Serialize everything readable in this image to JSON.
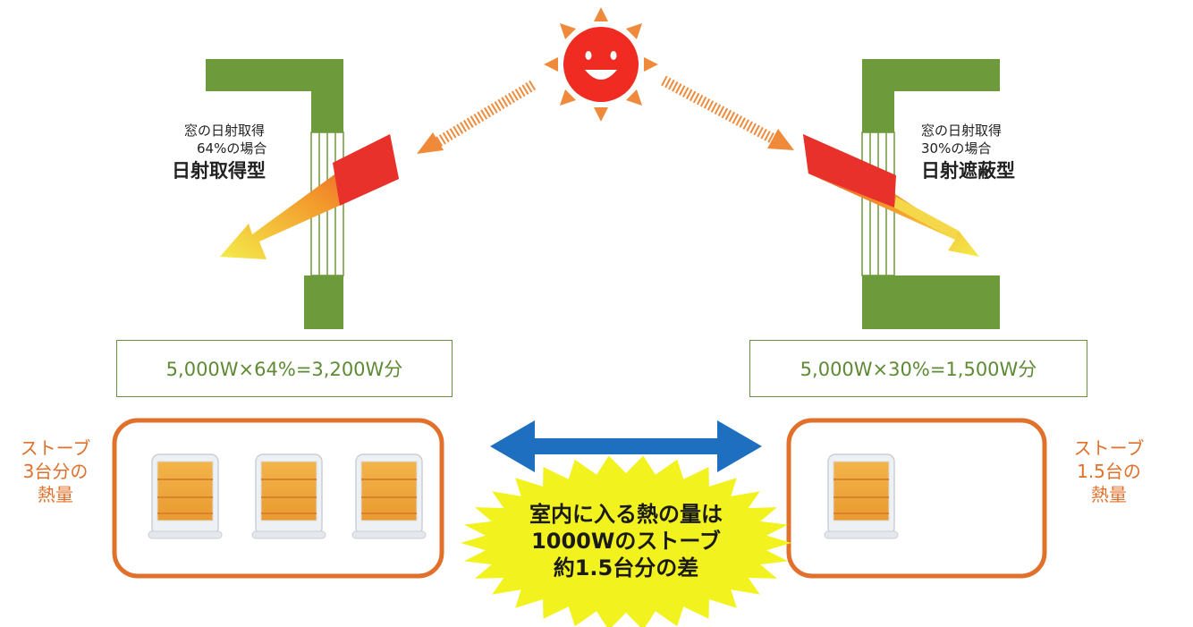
{
  "left": {
    "line1": "窓の日射取得",
    "line2": "64%の場合",
    "type": "日射取得型",
    "calc": "5,000W×64%=3,200W分",
    "stove_label": [
      "ストーブ",
      "3台分の",
      "熱量"
    ]
  },
  "right": {
    "line1": "窓の日射取得",
    "line2": "30%の場合",
    "type": "日射遮蔽型",
    "calc": "5,000W×30%=1,500W分",
    "stove_label": [
      "ストーブ",
      "1.5台の",
      "熱量"
    ]
  },
  "center": {
    "lines": [
      "室内に入る熱の量は",
      "1000Wのストーブ",
      "約1.5台分の差"
    ]
  },
  "colors": {
    "wall": "#6d9a3a",
    "orange": "#e0702a",
    "arrow_blue": "#1f6fc0",
    "burst": "#f2f21e",
    "sun": "#ef2b22"
  }
}
